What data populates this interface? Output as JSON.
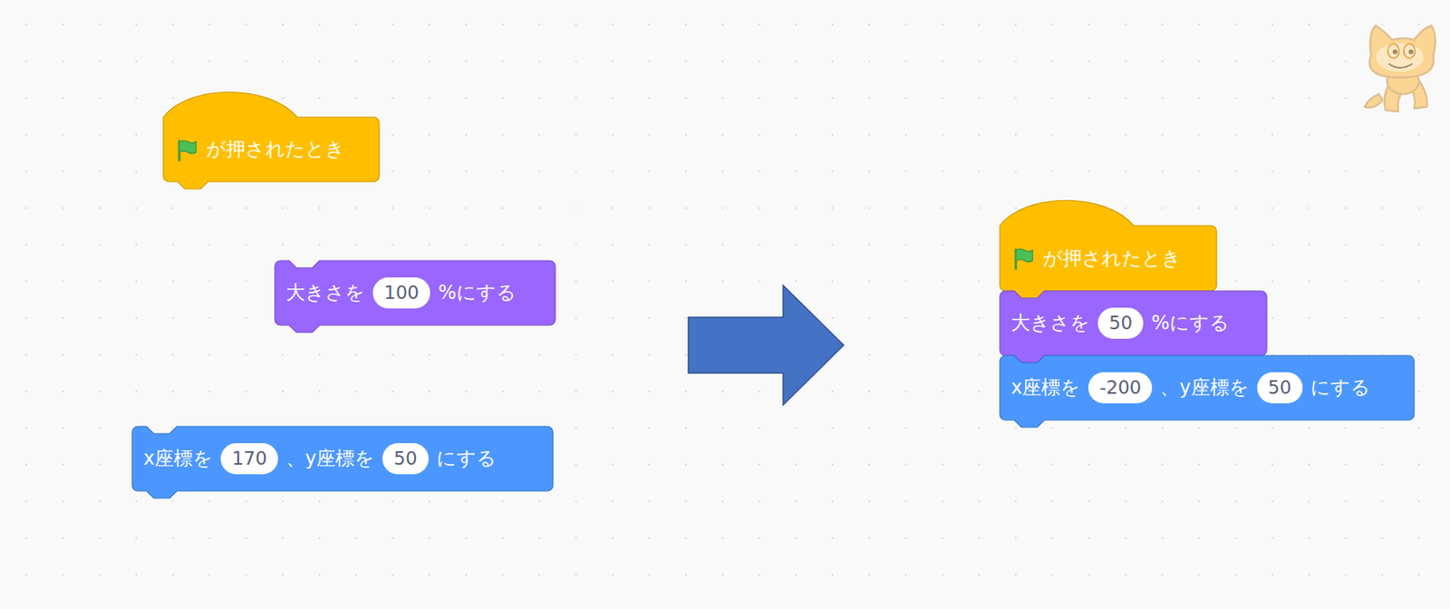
{
  "diagram": {
    "nodes": [
      {
        "text": [
          "が押されたとき"
        ]
      },
      {
        "text": [
          "大きさを",
          "100",
          "%にする"
        ]
      },
      {
        "text": [
          "x座標を",
          "170",
          "、y座標を",
          "50",
          "にする"
        ]
      },
      {
        "text": [
          "が押されたとき"
        ]
      },
      {
        "text": [
          "大きさを",
          "50",
          "%にする"
        ]
      },
      {
        "text": [
          "x座標を",
          "-200",
          "、y座標を",
          "50",
          "にする"
        ]
      }
    ]
  }
}
